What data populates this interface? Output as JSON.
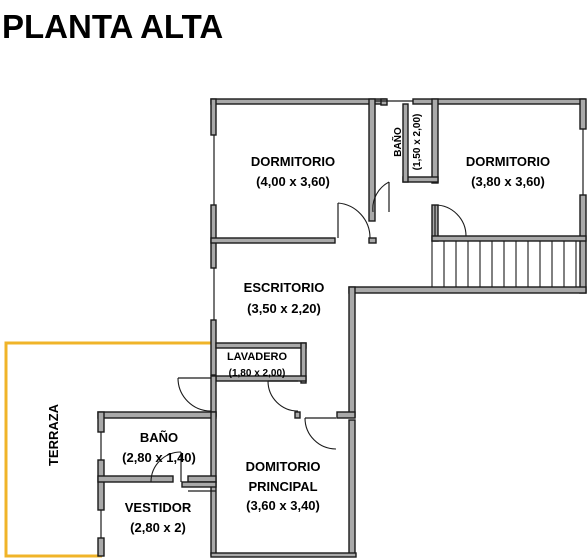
{
  "title": "PLANTA ALTA",
  "rooms": {
    "dormitorio_1": {
      "name": "DORMITORIO",
      "dims": "(4,00 x 3,60)"
    },
    "bano_superior": {
      "name": "BAÑO",
      "dims": "(1,50 x 2,00)"
    },
    "dormitorio_2": {
      "name": "DORMITORIO",
      "dims": "(3,80 x 3,60)"
    },
    "escritorio": {
      "name": "ESCRITORIO",
      "dims": "(3,50 x 2,20)"
    },
    "lavadero": {
      "name": "LAVADERO",
      "dims": "(1,80 x 2,00)"
    },
    "terraza": {
      "name": "TERRAZA"
    },
    "bano_inferior": {
      "name": "BAÑO",
      "dims": "(2,80 x 1,40)"
    },
    "vestidor": {
      "name": "VESTIDOR",
      "dims": "(2,80 x 2)"
    },
    "dormitorio_principal": {
      "name_line1": "DOMITORIO",
      "name_line2": "PRINCIPAL",
      "dims": "(3,60 x 3,40)"
    }
  },
  "colors": {
    "wall": "#a9a9a9",
    "outline": "#1a1a1a",
    "terrace": "#f0b429"
  }
}
